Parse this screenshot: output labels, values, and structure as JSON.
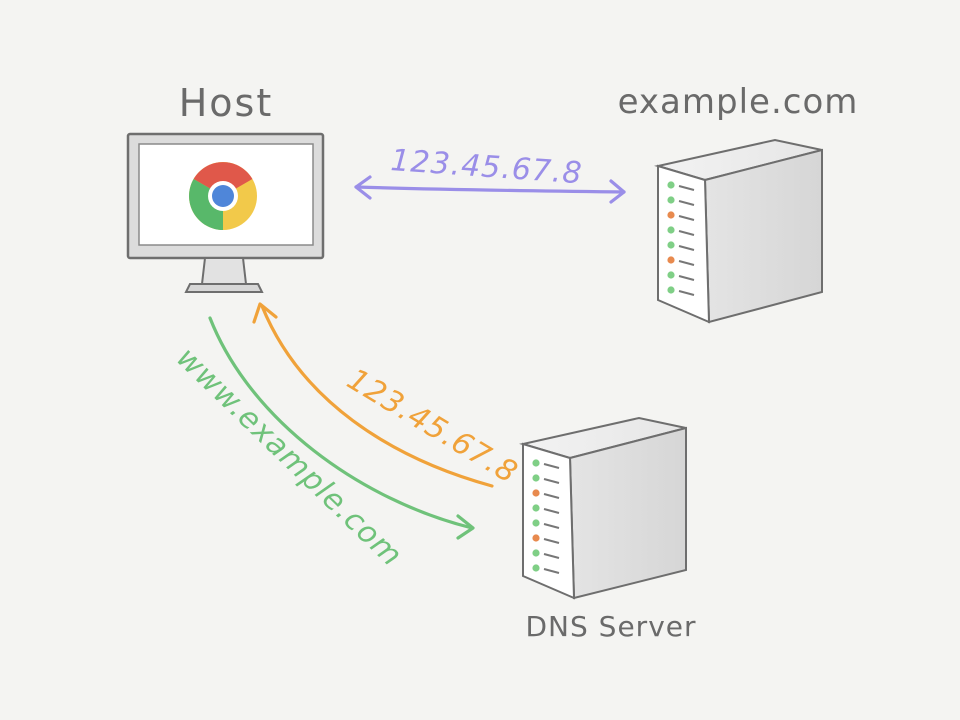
{
  "labels": {
    "host": "Host",
    "example_server": "example.com",
    "dns_server": "DNS Server",
    "ip_top": "123.45.67.8",
    "ip_dns_response": "123.45.67.8",
    "dns_query": "www.example.com"
  },
  "colors": {
    "background": "#f4f4f2",
    "ink": "#6a6a6a",
    "ip_top": "#9a8ee8",
    "ip_dns_response": "#f0a23a",
    "dns_query": "#6fc27a",
    "chrome_red": "#e0584a",
    "chrome_yellow": "#f2c94a",
    "chrome_green": "#58b86a",
    "chrome_blue": "#4f86d9",
    "led_green": "#7fcf86",
    "led_orange": "#e88a4e"
  },
  "icons": {
    "host": "desktop-monitor-icon",
    "browser": "chrome-browser-icon",
    "example_server": "server-tower-icon",
    "dns_server": "server-tower-icon"
  }
}
